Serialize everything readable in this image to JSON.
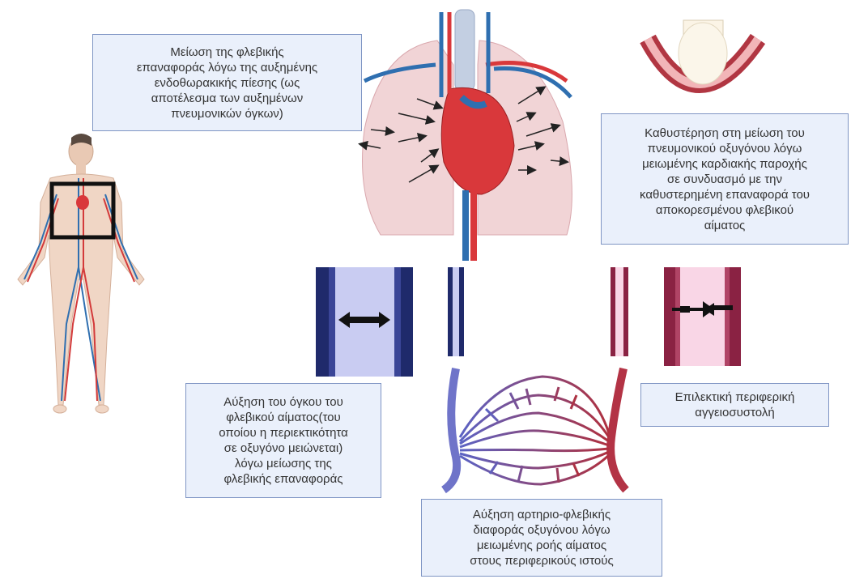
{
  "labels": {
    "venous_return_reduction": "Μείωση της φλεβικής\nεπαναφοράς λόγω της αυξημένης\nενδοθωρακικής πίεσης (ως\nαποτέλεσμα των αυξημένων\nπνευμονικών όγκων)",
    "oxygen_delay": "Καθυστέρηση στη μείωση του\nπνευμονικού οξυγόνου λόγω\nμειωμένης καρδιακής παροχής\nσε συνδυασμό με την\nκαθυστερημένη  επαναφορά του\nαποκορεσμένου φλεβικού\nαίματος",
    "venous_volume_increase": "Αύξηση του όγκου του\nφλεβικού αίματος(του\nοποίου η περιεκτικότητα\nσε οξυγόνο μειώνεται)\nλόγω μείωσης της\nφλεβικής επαναφοράς",
    "vasoconstriction": "Επιλεκτική περιφερική\nαγγειοσυστολή",
    "av_difference": "Αύξηση αρτηριο-φλεβικής\nδιαφοράς οξυγόνου λόγω\nμειωμένης ροής αίματος\nστους περιφερικούς ιστούς"
  },
  "colors": {
    "box_fill": "#eaf0fb",
    "box_border": "#7f95c4",
    "vein_dark": "#1f2a6b",
    "vein_light": "#c9ccf2",
    "artery_dark": "#8a2243",
    "artery_light": "#f9d6e6",
    "lung": "#f1d4d6",
    "heart": "#d9383b",
    "vein_blue": "#2f6fb0"
  }
}
